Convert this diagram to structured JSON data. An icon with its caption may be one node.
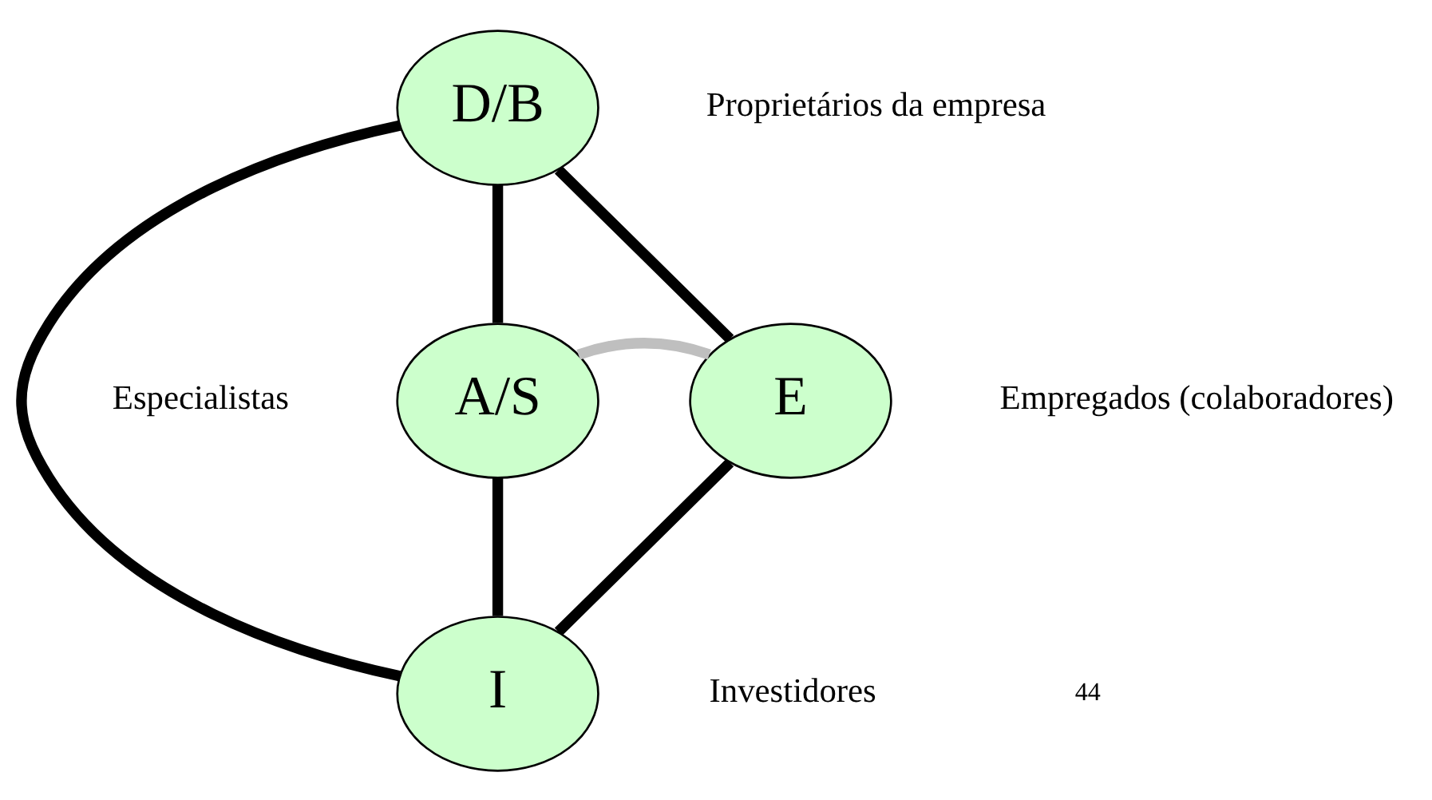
{
  "diagram": {
    "nodes": [
      {
        "text": [
          "D/B"
        ],
        "beside": [
          "Proprietários da empresa"
        ]
      },
      {
        "text": [
          "A/S"
        ],
        "beside": [
          "Especialistas"
        ]
      },
      {
        "text": [
          "E"
        ],
        "beside": [
          "Empregados (colaboradores)"
        ]
      },
      {
        "text": [
          "I"
        ],
        "beside": [
          "Investidores"
        ]
      }
    ],
    "edges": [
      {
        "from": 0,
        "to": 1,
        "arrow": "none"
      },
      {
        "from": 0,
        "to": 3,
        "arrow": "none"
      },
      {
        "from": 0,
        "to": 2,
        "arrow": "none"
      },
      {
        "from": 1,
        "to": 2,
        "arrow": "none",
        "color": "#bfbfbf"
      },
      {
        "from": 1,
        "to": 3,
        "arrow": "none"
      },
      {
        "from": 2,
        "to": 3,
        "arrow": "none"
      }
    ],
    "labels": [
      "44"
    ]
  }
}
